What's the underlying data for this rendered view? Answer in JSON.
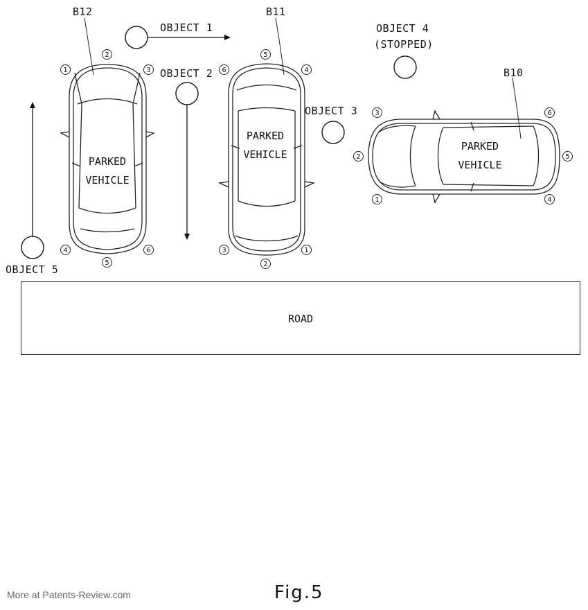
{
  "vehicles": {
    "b12": {
      "label": "B12",
      "status": "PARKED VEHICLE",
      "line1": "PARKED",
      "line2": "VEHICLE"
    },
    "b11": {
      "label": "B11",
      "status": "PARKED VEHICLE",
      "line1": "PARKED",
      "line2": "VEHICLE"
    },
    "b10": {
      "label": "B10",
      "status": "PARKED VEHICLE",
      "line1": "PARKED",
      "line2": "VEHICLE"
    }
  },
  "sensor_numbers": [
    "1",
    "2",
    "3",
    "4",
    "5",
    "6"
  ],
  "objects": {
    "object1": "OBJECT 1",
    "object2": "OBJECT 2",
    "object3": "OBJECT 3",
    "object4": "OBJECT 4",
    "object4_state": "(STOPPED)",
    "object5": "OBJECT 5"
  },
  "road": "ROAD",
  "figure": "Fig.5",
  "watermark": "More at Patents-Review.com"
}
